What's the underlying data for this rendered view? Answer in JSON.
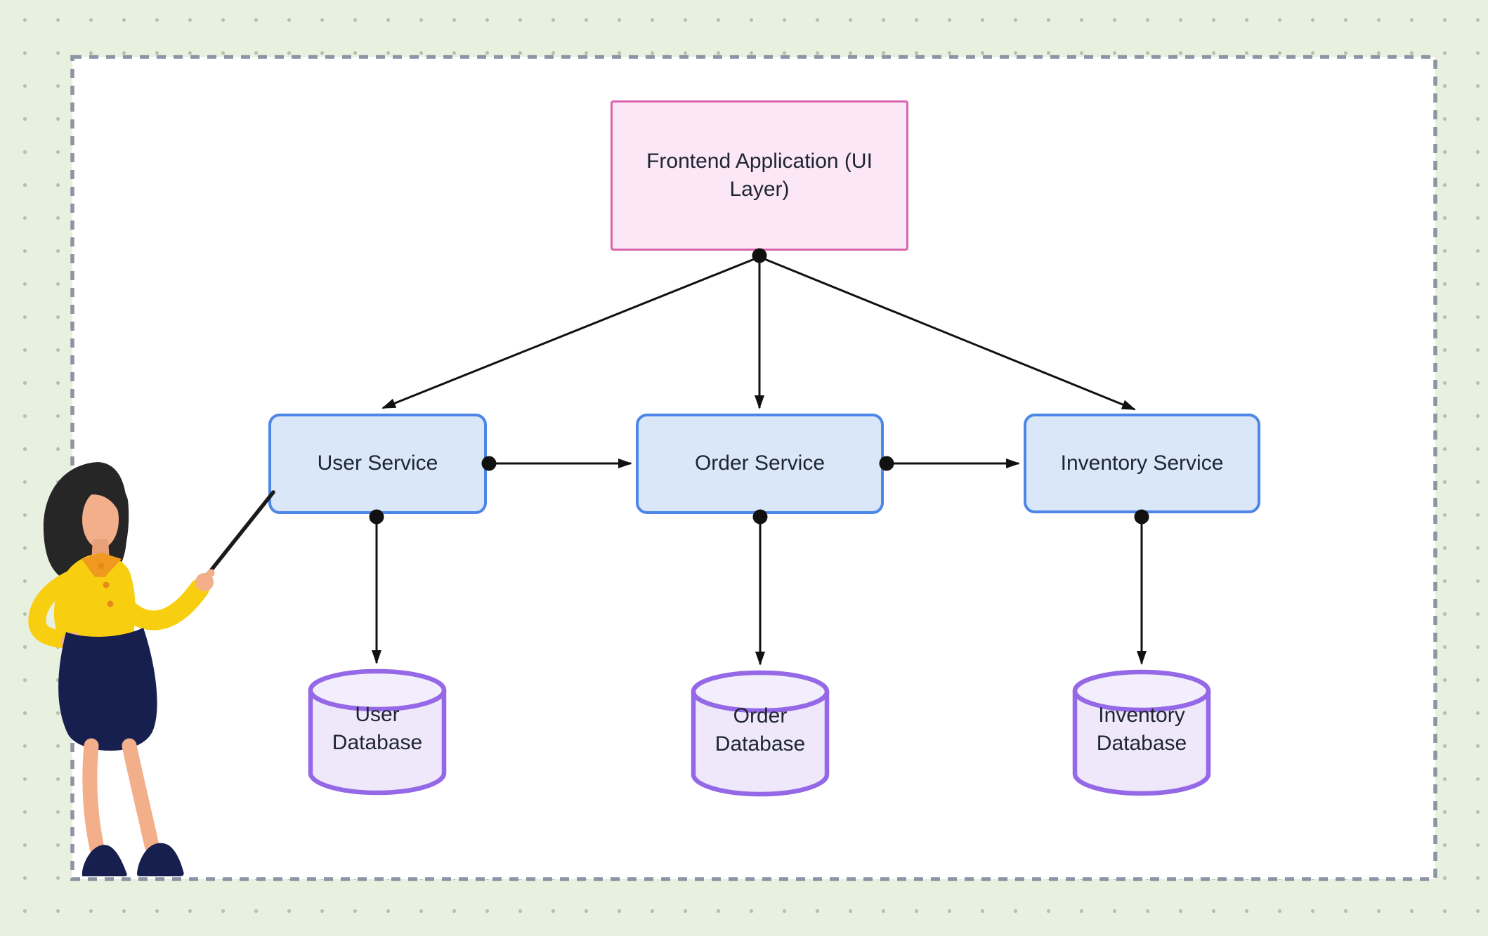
{
  "canvas": {
    "background_color": "#e8f0df",
    "dot_grid_color": "#b6c0ac",
    "surface_color": "#ffffff",
    "dashed_border_color": "#8d94a2"
  },
  "diagram": {
    "frontend": {
      "id": "frontend",
      "label": "Frontend Application (UI Layer)",
      "fill": "#fce7f6",
      "border": "#db64ae"
    },
    "services": [
      {
        "id": "user-service",
        "label": "User Service"
      },
      {
        "id": "order-service",
        "label": "Order Service"
      },
      {
        "id": "inventory-service",
        "label": "Inventory Service"
      }
    ],
    "service_style": {
      "fill": "#d9e7f9",
      "border": "#4e86e8"
    },
    "databases": [
      {
        "id": "user-database",
        "label": "User Database"
      },
      {
        "id": "order-database",
        "label": "Order Database"
      },
      {
        "id": "inventory-database",
        "label": "Inventory Database"
      }
    ],
    "database_style": {
      "fill": "#efe8fb",
      "top_fill": "#f3eefc",
      "border": "#9468e6"
    },
    "connector_color": "#111111",
    "edges": [
      {
        "from": "frontend",
        "to": "user-service"
      },
      {
        "from": "frontend",
        "to": "order-service"
      },
      {
        "from": "frontend",
        "to": "inventory-service"
      },
      {
        "from": "user-service",
        "to": "order-service"
      },
      {
        "from": "order-service",
        "to": "inventory-service"
      },
      {
        "from": "user-service",
        "to": "user-database"
      },
      {
        "from": "order-service",
        "to": "order-database"
      },
      {
        "from": "inventory-service",
        "to": "inventory-database"
      }
    ]
  },
  "illustration": {
    "name": "presenter-woman",
    "pointing_at": "user-service"
  }
}
